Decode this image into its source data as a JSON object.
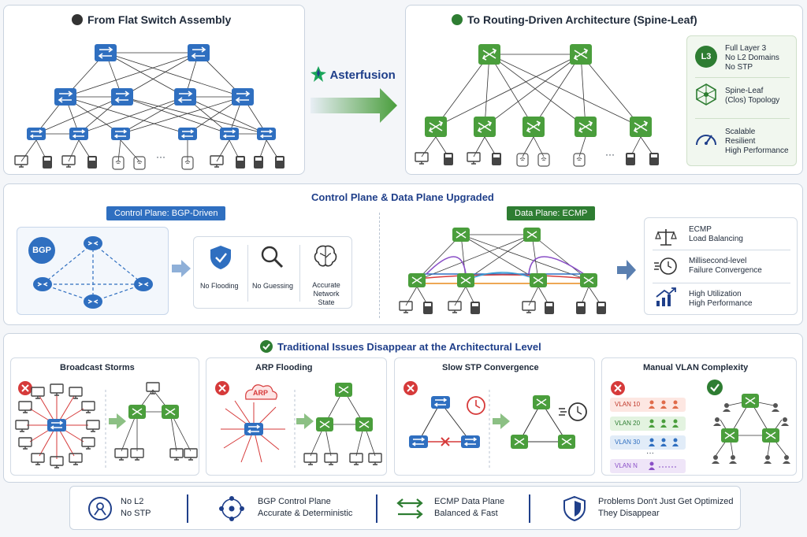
{
  "top_left": {
    "title": "From Flat Switch Assembly",
    "ellipsis": "···"
  },
  "brand": {
    "name": "Asterfusion"
  },
  "top_right": {
    "title": "To Routing-Driven Architecture (Spine-Leaf)",
    "ellipsis": "···",
    "features": [
      {
        "icon": "L3",
        "lines": [
          "Full Layer 3",
          "No L2 Domains",
          "No STP"
        ]
      },
      {
        "lines": [
          "Spine-Leaf",
          "(Clos) Topology"
        ]
      },
      {
        "lines": [
          "Scalable",
          "Resilient",
          "High Performance"
        ]
      }
    ]
  },
  "middle": {
    "title": "Control Plane & Data Plane Upgraded",
    "control_plane": {
      "label": "Control Plane: BGP-Driven",
      "bgp": "BGP",
      "benefits": [
        "No Flooding",
        "No Guessing",
        "Accurate Network State"
      ]
    },
    "data_plane": {
      "label": "Data Plane: ECMP"
    },
    "results": [
      {
        "lines": [
          "ECMP",
          "Load Balancing"
        ]
      },
      {
        "lines": [
          "Millisecond-level",
          "Failure Convergence"
        ]
      },
      {
        "lines": [
          "High Utilization",
          "High Performance"
        ]
      }
    ]
  },
  "bottom": {
    "title": "Traditional Issues Disappear at the Architectural Level",
    "issues": [
      {
        "title": "Broadcast Storms"
      },
      {
        "title": "ARP Flooding",
        "arp": "ARP"
      },
      {
        "title": "Slow STP Convergence"
      },
      {
        "title": "Manual VLAN Complexity",
        "vlans": [
          "VLAN 10",
          "VLAN 20",
          "VLAN 30",
          "···",
          "VLAN N"
        ]
      }
    ]
  },
  "footer": [
    {
      "lines": [
        "No L2",
        "No STP"
      ]
    },
    {
      "lines": [
        "BGP Control Plane",
        "Accurate & Deterministic"
      ]
    },
    {
      "lines": [
        "ECMP Data Plane",
        "Balanced & Fast"
      ]
    },
    {
      "lines": [
        "Problems Don't Just Get Optimized",
        "They Disappear"
      ]
    }
  ],
  "colors": {
    "blue": "#2f6fc0",
    "green": "#4a9e3c",
    "red": "#d63a3a",
    "navy": "#1f3f8a"
  }
}
